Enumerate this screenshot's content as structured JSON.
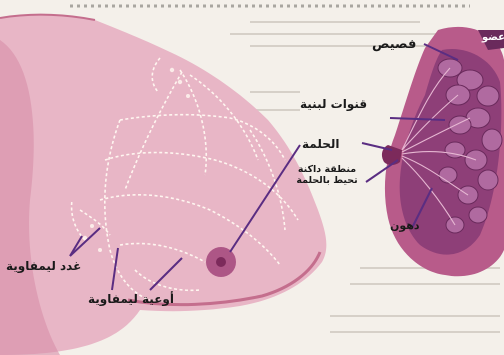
{
  "labels": {
    "lobule": "فصيص",
    "milk_ducts": "قنوات لبنية",
    "nipple": "الحلمة",
    "areola": "منطقة داكنة تحيط بالحلمة",
    "fat": "دهون",
    "lymph_nodes": "غدد ليمفاوية",
    "lymph_vessels": "أوعية ليمفاوية",
    "cut_top": "عضو"
  },
  "colors": {
    "background": "#f4f0ea",
    "skin": "#e8b6c6",
    "skin_dark": "#c9708f",
    "breast_section": "#8e3f78",
    "areola": "#a2457a",
    "leader_line": "#5a2d82",
    "lymph": "#fff6f0"
  }
}
